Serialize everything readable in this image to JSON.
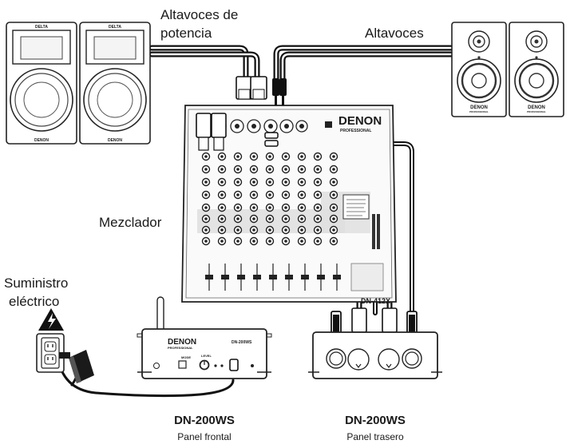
{
  "labels": {
    "powered_speakers": [
      "Altavoces de",
      "potencia"
    ],
    "speakers": "Altavoces",
    "mixer": "Mezclador",
    "power_supply": [
      "Suministro",
      "eléctrico"
    ]
  },
  "captions": {
    "front": {
      "model": "DN-200WS",
      "panel": "Panel frontal"
    },
    "rear": {
      "model": "DN-200WS",
      "panel": "Panel trasero"
    }
  },
  "device_text": {
    "pa_brand_top": "DELTA",
    "pa_brand_bottom": "DENON",
    "monitor_brand": "DENON",
    "monitor_sub": "PROFESSIONAL",
    "mixer_brand": "DENON",
    "mixer_sub": "PROFESSIONAL",
    "mixer_model": "DN-412X",
    "unit_brand": "DENON",
    "unit_sub": "PROFESSIONAL",
    "unit_model": "DN-200WS",
    "unit_knob_label": "LEVEL",
    "unit_mode_label": "MODE"
  },
  "icons": [
    "high-voltage-warning-icon",
    "wall-outlet-icon",
    "power-adapter-icon"
  ]
}
